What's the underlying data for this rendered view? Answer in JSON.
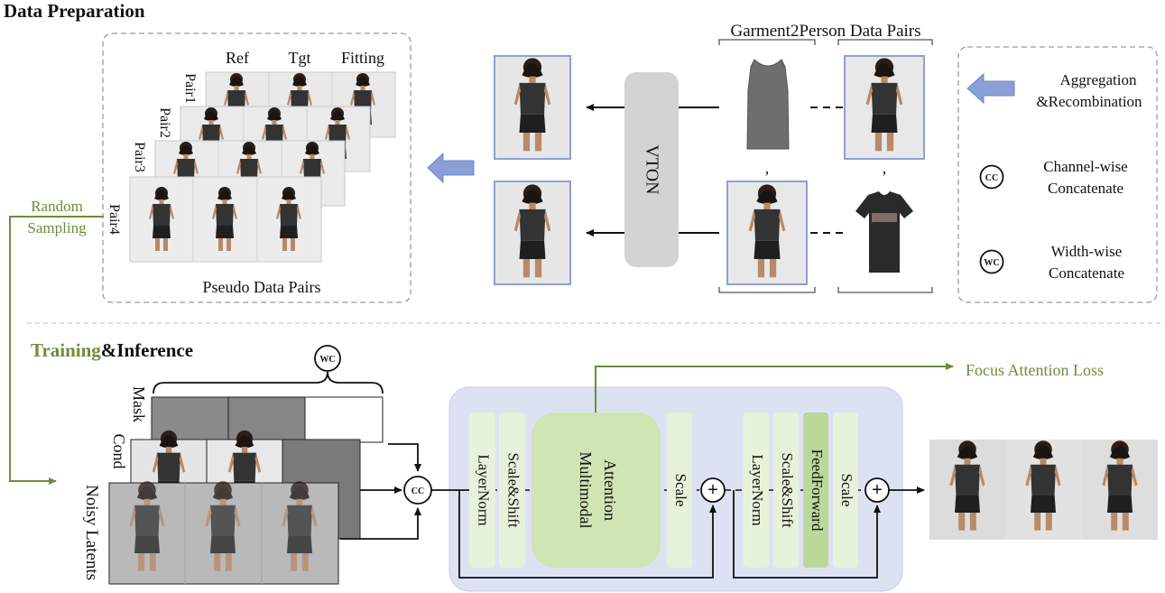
{
  "sections": {
    "data_prep_title": "Data Preparation",
    "training_title_part1": "Training",
    "training_title_part2": "&Inference"
  },
  "pseudo_pairs": {
    "col_ref": "Ref",
    "col_tgt": "Tgt",
    "col_fitting": "Fitting",
    "rows": [
      "Pair1",
      "Pair2",
      "Pair3",
      "Pair4"
    ],
    "caption": "Pseudo Data Pairs"
  },
  "sampling": {
    "line1": "Random",
    "line2": "Sampling"
  },
  "vton": {
    "label": "VTON"
  },
  "garment_pairs": {
    "title": "Garment2Person Data Pairs",
    "separator": ","
  },
  "legend": {
    "aggregation_line1": "Aggregation",
    "aggregation_line2": "&Recombination",
    "cc_symbol": "CC",
    "cc_line1": "Channel-wise",
    "cc_line2": "Concatenate",
    "wc_symbol": "WC",
    "wc_line1": "Width-wise",
    "wc_line2": "Concatenate"
  },
  "inputs": {
    "mask": "Mask",
    "cond": "Cond",
    "noisy": "Noisy Latents"
  },
  "block": {
    "layernorm": "LayerNorm",
    "scale_shift": "Scale&Shift",
    "mm_line1": "Multimodal",
    "mm_line2": "Attention",
    "scale": "Scale",
    "feedforward": "FeedForward",
    "plus": "+"
  },
  "loss": "Focus Attention Loss",
  "colors": {
    "accent_green": "#6b8e3a",
    "block_bg": "#dde2f3",
    "pale_green": "#e7f2da",
    "mm_green": "#cfe5b4",
    "ff_green": "#b9d89a",
    "vton_gray": "#d3d3d3",
    "frame_blue": "#8ea0d4",
    "arrow_fill": "#8a9fd6"
  }
}
